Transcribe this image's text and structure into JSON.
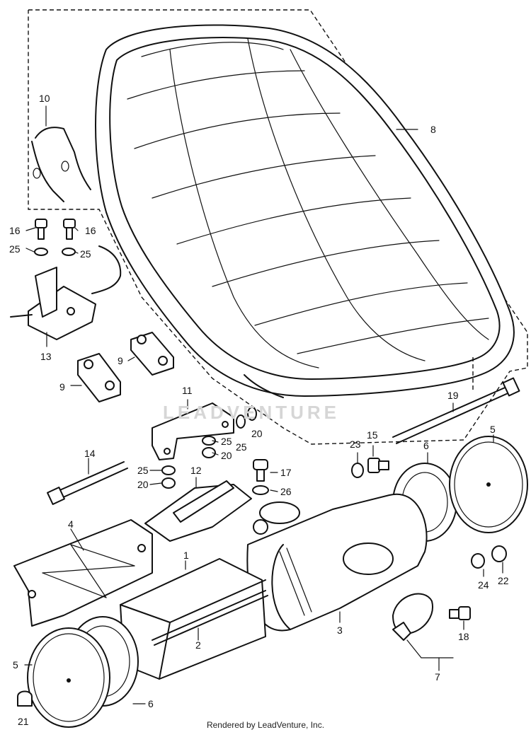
{
  "callouts": {
    "c1": "1",
    "c2": "2",
    "c3": "3",
    "c4": "4",
    "c5a": "5",
    "c5b": "5",
    "c6a": "6",
    "c6b": "6",
    "c7": "7",
    "c8": "8",
    "c9a": "9",
    "c9b": "9",
    "c10": "10",
    "c11": "11",
    "c12": "12",
    "c13": "13",
    "c14": "14",
    "c15": "15",
    "c16a": "16",
    "c16b": "16",
    "c17": "17",
    "c18": "18",
    "c19": "19",
    "c20a": "20",
    "c20b": "20",
    "c20c": "20",
    "c21": "21",
    "c22": "22",
    "c23": "23",
    "c24": "24",
    "c25a": "25",
    "c25b": "25",
    "c25c": "25",
    "c25d": "25",
    "c25e": "25",
    "c26": "26"
  },
  "watermark": "LEADVENTURE",
  "footer": "Rendered by LeadVenture, Inc.",
  "colors": {
    "line": "#111111",
    "watermark": "#d6d6d6",
    "background": "#ffffff"
  }
}
